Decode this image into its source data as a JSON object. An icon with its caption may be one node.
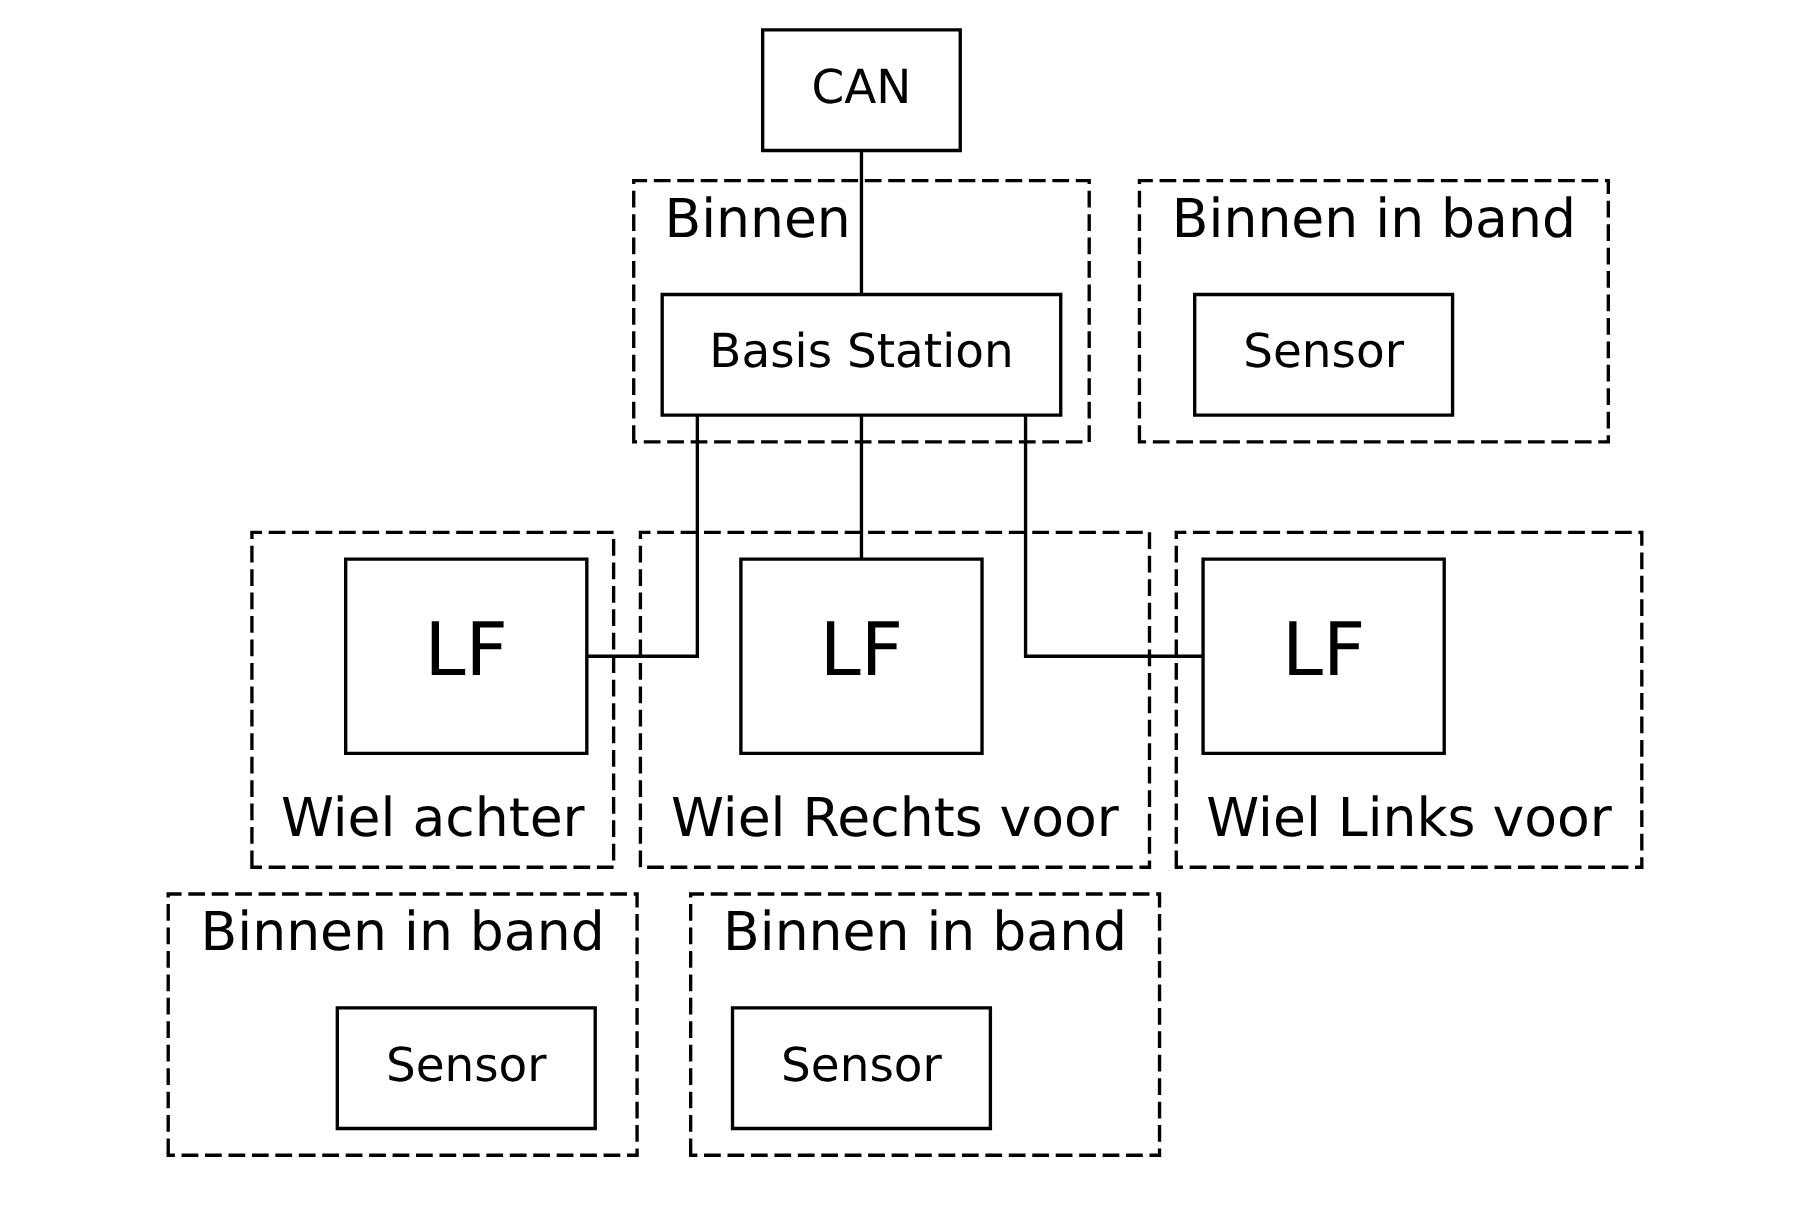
{
  "diagram": {
    "nodes": [
      {
        "text": [
          "CAN"
        ]
      },
      {
        "text": [
          "Binnen in band"
        ]
      },
      {
        "text": [
          "Sensor"
        ],
        "in": 1
      },
      {
        "text": [
          "Binnen"
        ]
      },
      {
        "text": [
          "Basis Station"
        ],
        "in": 3
      },
      {
        "text": [
          "Wiel achter"
        ]
      },
      {
        "text": [
          "LF"
        ],
        "in": 5
      },
      {
        "text": [
          "Wiel Links voor"
        ]
      },
      {
        "text": [
          "LF"
        ],
        "in": 7
      },
      {
        "text": [
          "Binnen in band"
        ]
      },
      {
        "text": [
          "Sensor"
        ],
        "in": 9
      },
      {
        "text": [
          "Wiel Rechts voor"
        ]
      },
      {
        "text": [
          "LF"
        ],
        "in": 11
      },
      {
        "text": [
          "Binnen in band"
        ]
      },
      {
        "text": [
          "Sensor"
        ],
        "in": 13
      }
    ],
    "edges": [
      {
        "from": 0,
        "to": 4,
        "arrow": "none"
      },
      {
        "from": 4,
        "to": 6,
        "arrow": "none"
      },
      {
        "from": 4,
        "to": 8,
        "arrow": "none"
      },
      {
        "from": 4,
        "to": 12,
        "arrow": "none"
      }
    ]
  }
}
